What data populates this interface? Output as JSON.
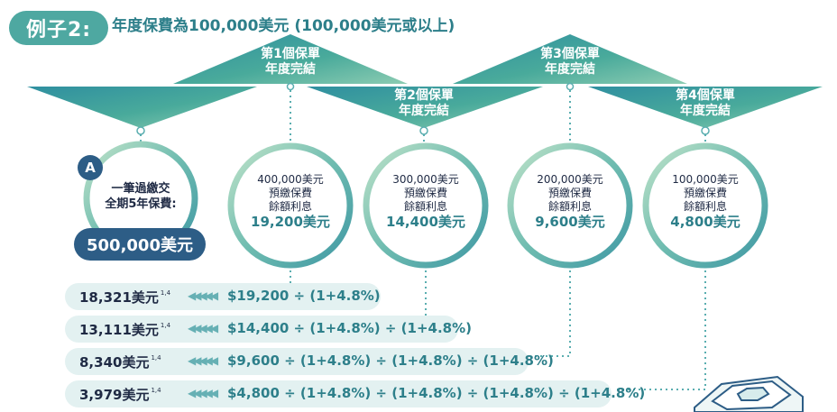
{
  "header": {
    "badge": "例子2:",
    "title": "年度保費為100,000美元 (100,000美元或以上)"
  },
  "policy_a": {
    "badge": "A",
    "line1": "一筆過繳交",
    "line2": "全期5年保費:",
    "amount": "500,000美元"
  },
  "triangles": [
    {
      "line1": "第1個保單",
      "line2": "年度完結"
    },
    {
      "line1": "第2個保單",
      "line2": "年度完結"
    },
    {
      "line1": "第3個保單",
      "line2": "年度完結"
    },
    {
      "line1": "第4個保單",
      "line2": "年度完結"
    }
  ],
  "circles": [
    {
      "balance": "400,000美元",
      "label1": "預繳保費",
      "label2": "餘額利息",
      "interest": "19,200美元"
    },
    {
      "balance": "300,000美元",
      "label1": "預繳保費",
      "label2": "餘額利息",
      "interest": "14,400美元"
    },
    {
      "balance": "200,000美元",
      "label1": "預繳保費",
      "label2": "餘額利息",
      "interest": "9,600美元"
    },
    {
      "balance": "100,000美元",
      "label1": "預繳保費",
      "label2": "餘額利息",
      "interest": "4,800美元"
    }
  ],
  "rows": [
    {
      "value": "18,321美元",
      "note": "1,4",
      "formula": "$19,200 ÷ (1+4.8%)"
    },
    {
      "value": "13,111美元",
      "note": "1,4",
      "formula": "$14,400 ÷ (1+4.8%) ÷ (1+4.8%)"
    },
    {
      "value": "8,340美元",
      "note": "1,4",
      "formula": "$9,600 ÷ (1+4.8%) ÷ (1+4.8%) ÷ (1+4.8%)"
    },
    {
      "value": "3,979美元",
      "note": "1,4",
      "formula": "$4,800 ÷ (1+4.8%) ÷ (1+4.8%) ÷ (1+4.8%) ÷ (1+4.8%)"
    }
  ],
  "colors": {
    "teal": "#4ea8a1",
    "navy": "#2d5d86",
    "pale_row": "#e3f1f1"
  }
}
